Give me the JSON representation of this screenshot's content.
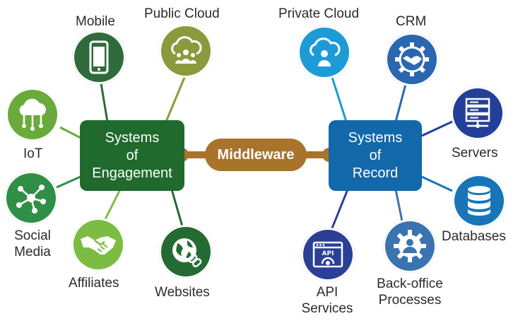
{
  "middleware": {
    "label": "Middleware"
  },
  "engagement": {
    "title_lines": [
      "Systems",
      "of",
      "Engagement"
    ],
    "nodes": [
      {
        "label": "Mobile",
        "icon": "mobile-phone-icon",
        "color": "#2f6b3a"
      },
      {
        "label": "Public Cloud",
        "icon": "cloud-people-icon",
        "color": "#8a9a3c"
      },
      {
        "label": "IoT",
        "icon": "cloud-network-icon",
        "color": "#6aaa3c"
      },
      {
        "label": [
          "Social",
          "Media"
        ],
        "icon": "network-nodes-icon",
        "color": "#2f8f47"
      },
      {
        "label": "Affiliates",
        "icon": "handshake-icon",
        "color": "#7cbc42"
      },
      {
        "label": "Websites",
        "icon": "globe-link-icon",
        "color": "#236b32"
      }
    ]
  },
  "record": {
    "title_lines": [
      "Systems",
      "of",
      "Record"
    ],
    "nodes": [
      {
        "label": "Private Cloud",
        "icon": "cloud-user-icon",
        "color": "#1e9bd7"
      },
      {
        "label": "CRM",
        "icon": "gear-handshake-icon",
        "color": "#2b67b1"
      },
      {
        "label": "Servers",
        "icon": "server-rack-icon",
        "color": "#22409a"
      },
      {
        "label": "Databases",
        "icon": "database-icon",
        "color": "#1875b8"
      },
      {
        "label": [
          "API",
          "Services"
        ],
        "icon": "api-window-icon",
        "color": "#2b3f94"
      },
      {
        "label": [
          "Back-office",
          "Processes"
        ],
        "icon": "gear-person-icon",
        "color": "#3b73b0"
      }
    ]
  }
}
